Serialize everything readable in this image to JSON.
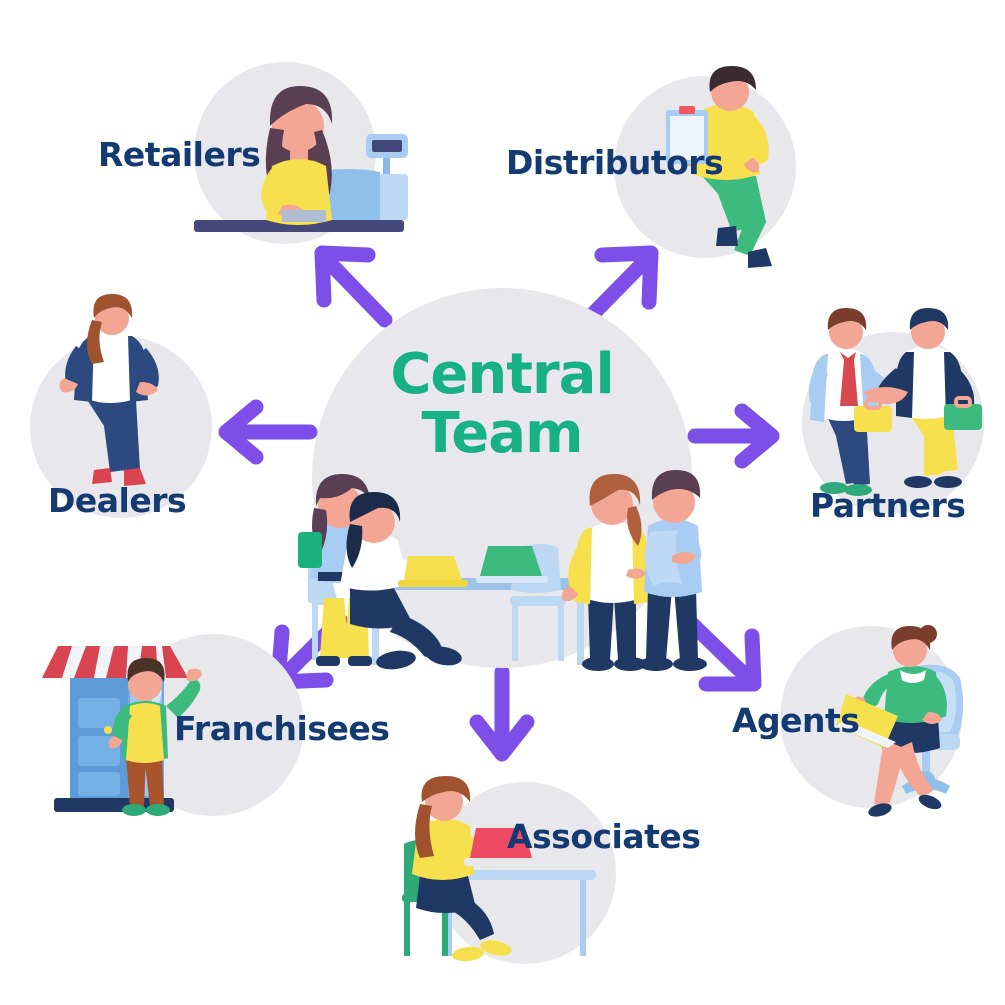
{
  "diagram": {
    "title": "Central Team distribution network",
    "center": {
      "label": "Central\nTeam",
      "label_color": "#17b184",
      "illustration": "team-meeting-illustration"
    },
    "disc_color": "#e8e8ec",
    "arrow_color": "#7d4ee8",
    "label_color": "#143a72",
    "background": "#ffffff",
    "nodes": [
      {
        "id": "retailers",
        "label": "Retailers",
        "illustration": "cashier-illustration",
        "arrow": "up-left"
      },
      {
        "id": "distributors",
        "label": "Distributors",
        "illustration": "clipboard-man-illustration",
        "arrow": "up-right"
      },
      {
        "id": "partners",
        "label": "Partners",
        "illustration": "handshake-illustration",
        "arrow": "right"
      },
      {
        "id": "agents",
        "label": "Agents",
        "illustration": "woman-laptop-chair-illustration",
        "arrow": "down-right"
      },
      {
        "id": "associates",
        "label": "Associates",
        "illustration": "woman-desk-laptop-illustration",
        "arrow": "down"
      },
      {
        "id": "franchisees",
        "label": "Franchisees",
        "illustration": "shopfront-illustration",
        "arrow": "down-left"
      },
      {
        "id": "dealers",
        "label": "Dealers",
        "illustration": "businesswoman-illustration",
        "arrow": "left"
      }
    ]
  }
}
